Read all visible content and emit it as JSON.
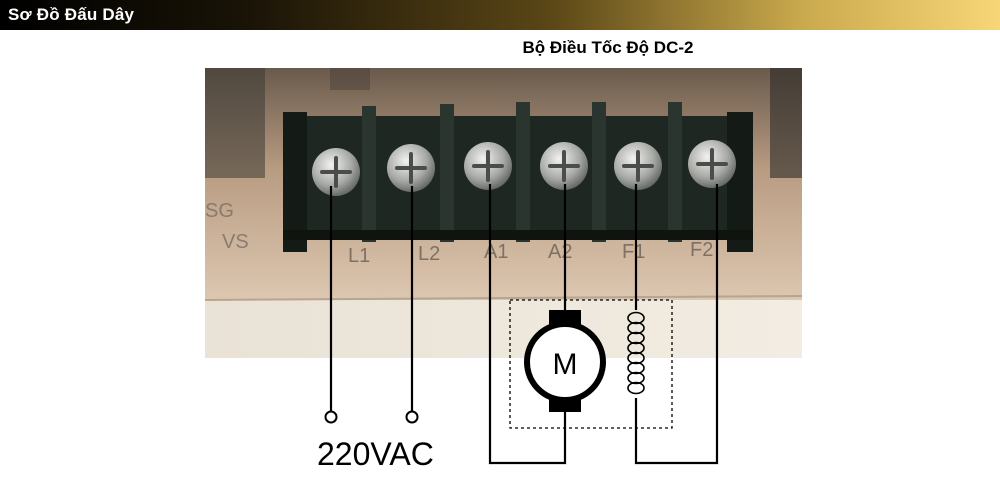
{
  "header": {
    "title": "Sơ Đồ Đấu Dây"
  },
  "diagram": {
    "title": "Bộ Điều Tốc Độ DC-2",
    "board_labels": [
      "SG",
      "VS"
    ],
    "terminals": [
      "L1",
      "L2",
      "A1",
      "A2",
      "F1",
      "F2"
    ],
    "motor_label": "M",
    "supply_label": "220VAC"
  },
  "colors": {
    "header_start": "#000000",
    "header_end": "#f6d677",
    "terminal_block": "#1f2a22",
    "board": "#c9a98a",
    "wire": "#000000"
  },
  "icons": [
    "motor-icon",
    "field-coil-icon",
    "screw-icon"
  ]
}
